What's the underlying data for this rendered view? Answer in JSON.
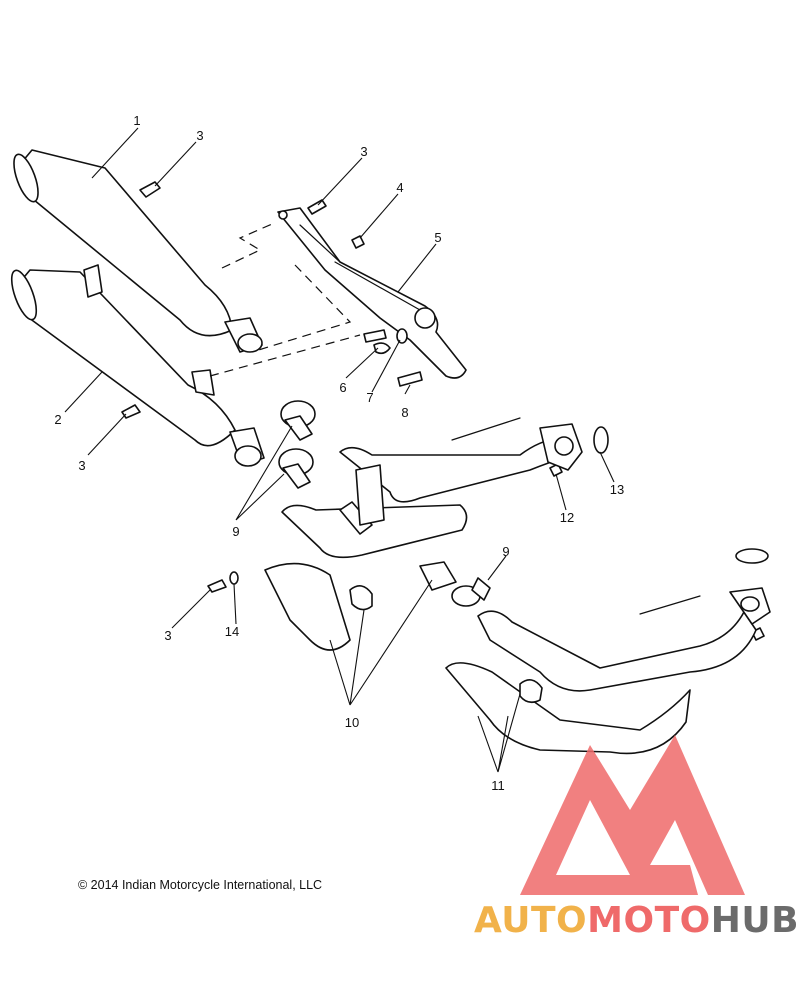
{
  "callouts": [
    "1",
    "3",
    "3",
    "4",
    "5",
    "2",
    "6",
    "7",
    "8",
    "3",
    "9",
    "9",
    "12",
    "13",
    "3",
    "14",
    "10",
    "11"
  ],
  "copyright": "© 2014 Indian Motorcycle International, LLC",
  "watermark": {
    "part1": "AUTO",
    "part2": "MOTO",
    "part3": "HUB",
    "colors": {
      "part1": "#f1b24a",
      "part2": "#ef6a6a",
      "part3": "#6b6b6b",
      "logo": "#ef6a6a"
    }
  }
}
